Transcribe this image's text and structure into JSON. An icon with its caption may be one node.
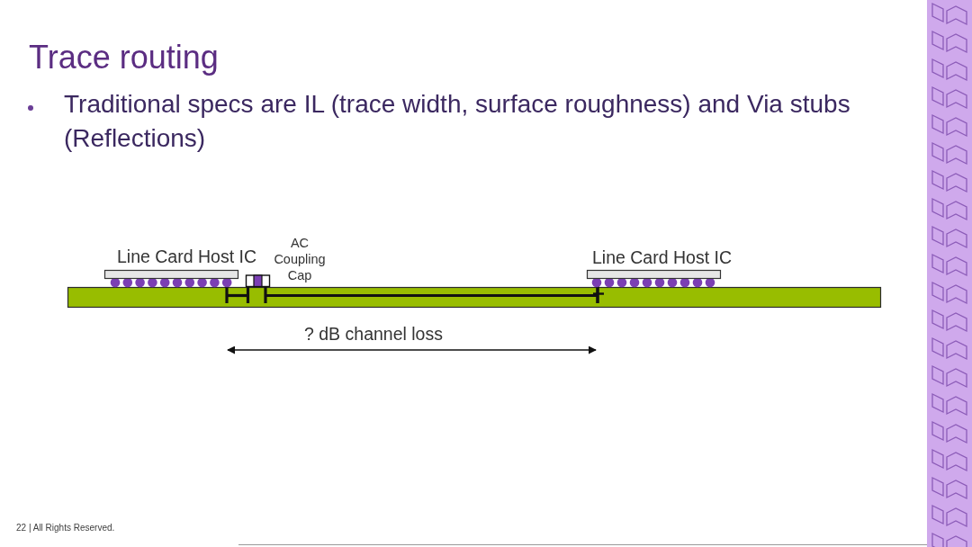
{
  "diagram": {
    "title": "Trace routing",
    "labels": [
      "Traditional specs are IL (trace width, surface roughness) and Via stubs (Reflections)",
      "Line Card Host IC",
      "AC Coupling Cap",
      "Line Card Host IC",
      "? dB channel loss",
      "22 | All Rights Reserved."
    ]
  }
}
